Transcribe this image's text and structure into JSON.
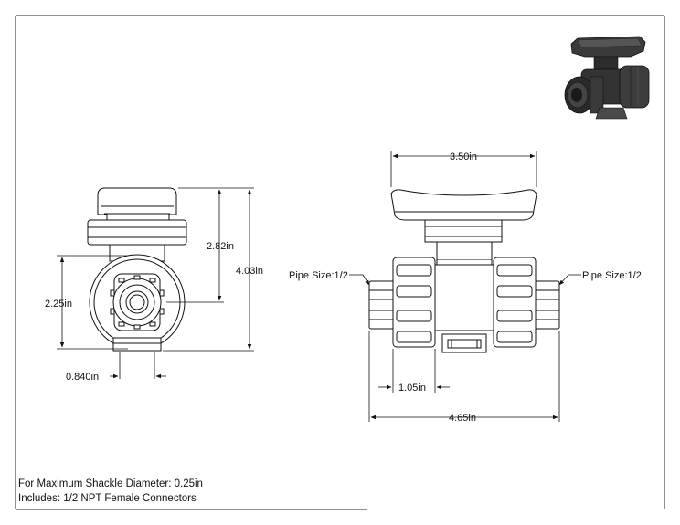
{
  "dimensions": {
    "width_top": "3.50in",
    "height_handle": "2.82in",
    "height_total": "4.03in",
    "body_height": "2.25in",
    "offset": "0.840in",
    "inner_span": "1.05in",
    "total_width": "4.65in"
  },
  "callouts": {
    "pipe_left": "Pipe Size:1/2",
    "pipe_right": "Pipe Size:1/2"
  },
  "notes": {
    "line1": "For Maximum Shackle Diameter: 0.25in",
    "line2": "Includes: 1/2 NPT Female Connectors"
  },
  "colors": {
    "line": "#111111",
    "body": "#ffffff",
    "photo_dark": "#2f2f2f"
  }
}
